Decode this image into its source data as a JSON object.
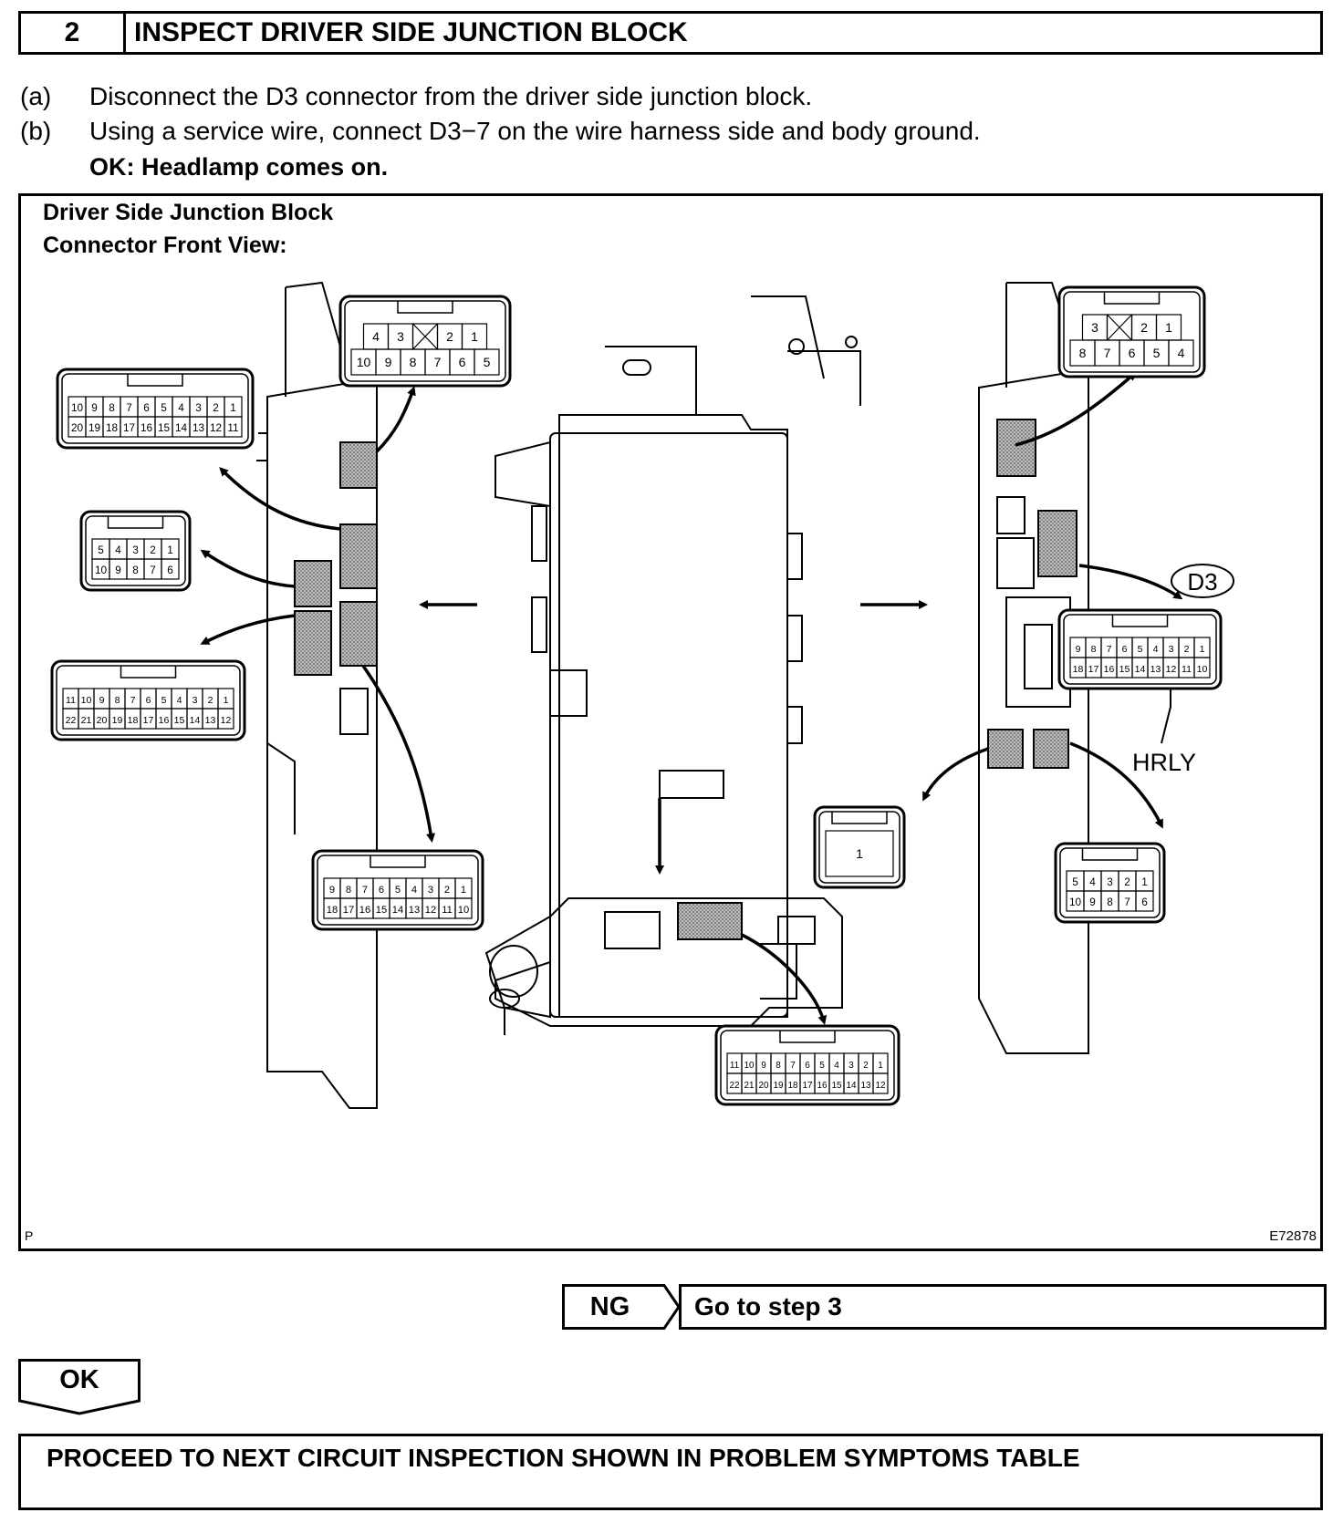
{
  "step": {
    "number": "2",
    "title": "INSPECT DRIVER SIDE JUNCTION BLOCK"
  },
  "instructions": [
    {
      "label": "(a)",
      "text": "Disconnect the D3 connector from the driver side junction block."
    },
    {
      "label": "(b)",
      "text": "Using a service wire, connect D3−7 on the wire harness side and body ground."
    }
  ],
  "ok_condition": "OK: Headlamp comes on.",
  "figure": {
    "title_line1": "Driver Side Junction Block",
    "title_line2": "Connector Front View:",
    "connector_label": "D3",
    "terminal_label": "HRLY",
    "corner_left": "P",
    "figure_code": "E72878",
    "connectors": {
      "top_center": {
        "row1": [
          "4",
          "3",
          "",
          "2",
          "1"
        ],
        "row2": [
          "10",
          "9",
          "8",
          "7",
          "6",
          "5"
        ]
      },
      "left_top": {
        "row1": [
          "10",
          "9",
          "8",
          "7",
          "6",
          "5",
          "4",
          "3",
          "2",
          "1"
        ],
        "row2": [
          "20",
          "19",
          "18",
          "17",
          "16",
          "15",
          "14",
          "13",
          "12",
          "11"
        ]
      },
      "left_mid": {
        "row1": [
          "5",
          "4",
          "3",
          "2",
          "1"
        ],
        "row2": [
          "10",
          "9",
          "8",
          "7",
          "6"
        ]
      },
      "left_bottom": {
        "row1": [
          "11",
          "10",
          "9",
          "8",
          "7",
          "6",
          "5",
          "4",
          "3",
          "2",
          "1"
        ],
        "row2": [
          "22",
          "21",
          "20",
          "19",
          "18",
          "17",
          "16",
          "15",
          "14",
          "13",
          "12"
        ]
      },
      "center_bottom": {
        "row1": [
          "9",
          "8",
          "7",
          "6",
          "5",
          "4",
          "3",
          "2",
          "1"
        ],
        "row2": [
          "18",
          "17",
          "16",
          "15",
          "14",
          "13",
          "12",
          "11",
          "10"
        ]
      },
      "bottom": {
        "row1": [
          "11",
          "10",
          "9",
          "8",
          "7",
          "6",
          "5",
          "4",
          "3",
          "2",
          "1"
        ],
        "row2": [
          "22",
          "21",
          "20",
          "19",
          "18",
          "17",
          "16",
          "15",
          "14",
          "13",
          "12"
        ]
      },
      "right_top": {
        "row1": [
          "3",
          "",
          "2",
          "1"
        ],
        "row2": [
          "8",
          "7",
          "6",
          "5",
          "4"
        ]
      },
      "d3": {
        "row1": [
          "9",
          "8",
          "7",
          "6",
          "5",
          "4",
          "3",
          "2",
          "1"
        ],
        "row2": [
          "18",
          "17",
          "16",
          "15",
          "14",
          "13",
          "12",
          "11",
          "10"
        ]
      },
      "single": {
        "row1": [
          "1"
        ]
      },
      "right_bottom": {
        "row1": [
          "5",
          "4",
          "3",
          "2",
          "1"
        ],
        "row2": [
          "10",
          "9",
          "8",
          "7",
          "6"
        ]
      }
    }
  },
  "result_ng": {
    "label": "NG",
    "action": "Go to step 3"
  },
  "result_ok": {
    "label": "OK"
  },
  "final_action": "PROCEED TO NEXT CIRCUIT INSPECTION SHOWN IN PROBLEM SYMPTOMS TABLE"
}
